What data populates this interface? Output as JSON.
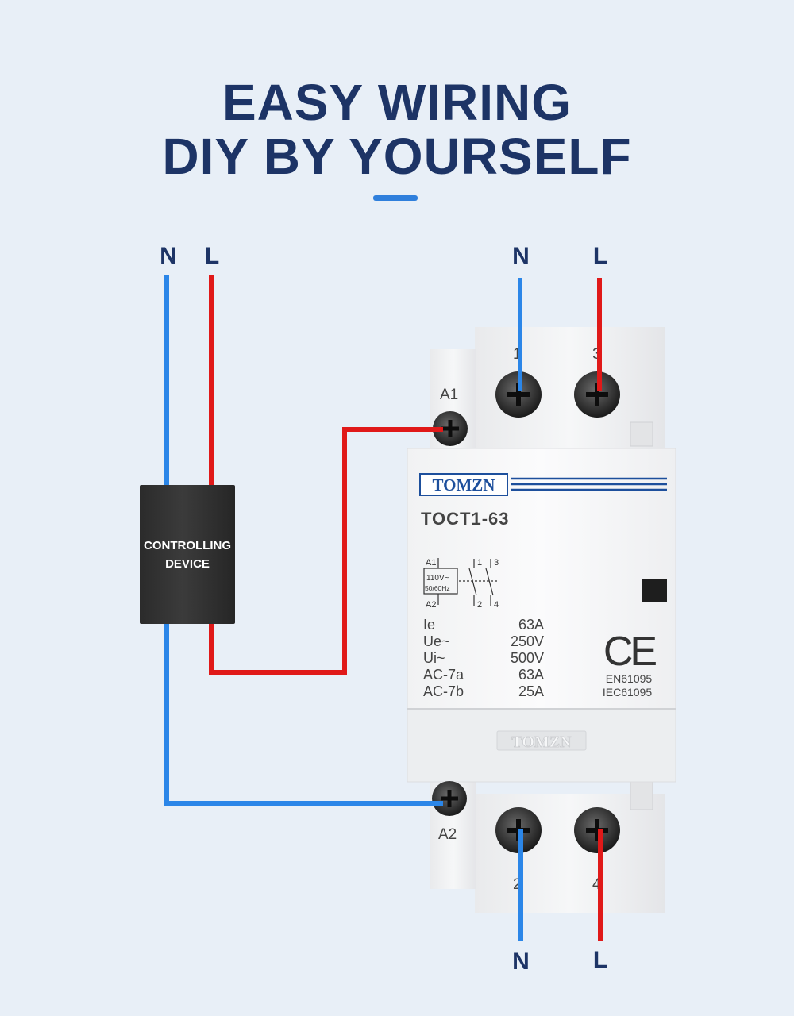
{
  "title": {
    "line1": "EASY WIRING",
    "line2": "DIY BY YOURSELF"
  },
  "wire_labels": {
    "left_n": "N",
    "left_l": "L",
    "top_n": "N",
    "top_l": "L",
    "bottom_n": "N",
    "bottom_l": "L"
  },
  "controlling_device": {
    "label": "CONTROLLING\nDEVICE"
  },
  "contactor": {
    "brand": "TOMZN",
    "model": "TOCT1-63",
    "coil_terminal_top": "A1",
    "coil_terminal_bottom": "A2",
    "terminal_top_1": "1",
    "terminal_top_3": "3",
    "terminal_bottom_2": "2",
    "terminal_bottom_4": "4",
    "schematic": {
      "a1": "A1",
      "a2": "A2",
      "coil_voltage": "110V~",
      "coil_freq": "50/60Hz",
      "c1": "1",
      "c3": "3",
      "c2": "2",
      "c4": "4"
    },
    "specs": [
      {
        "label": "Ie",
        "value": "63A"
      },
      {
        "label": "Ue~",
        "value": "250V"
      },
      {
        "label": "Ui~",
        "value": "500V"
      },
      {
        "label": "AC-7a",
        "value": "63A"
      },
      {
        "label": "AC-7b",
        "value": "25A"
      }
    ],
    "ce_mark": "CE",
    "standard_1": "EN61095",
    "standard_2": "IEC61095",
    "embossed_brand": "TOMZN"
  },
  "colors": {
    "neutral_wire": "#2b86e8",
    "live_wire": "#e01919",
    "heading": "#1d3466"
  }
}
